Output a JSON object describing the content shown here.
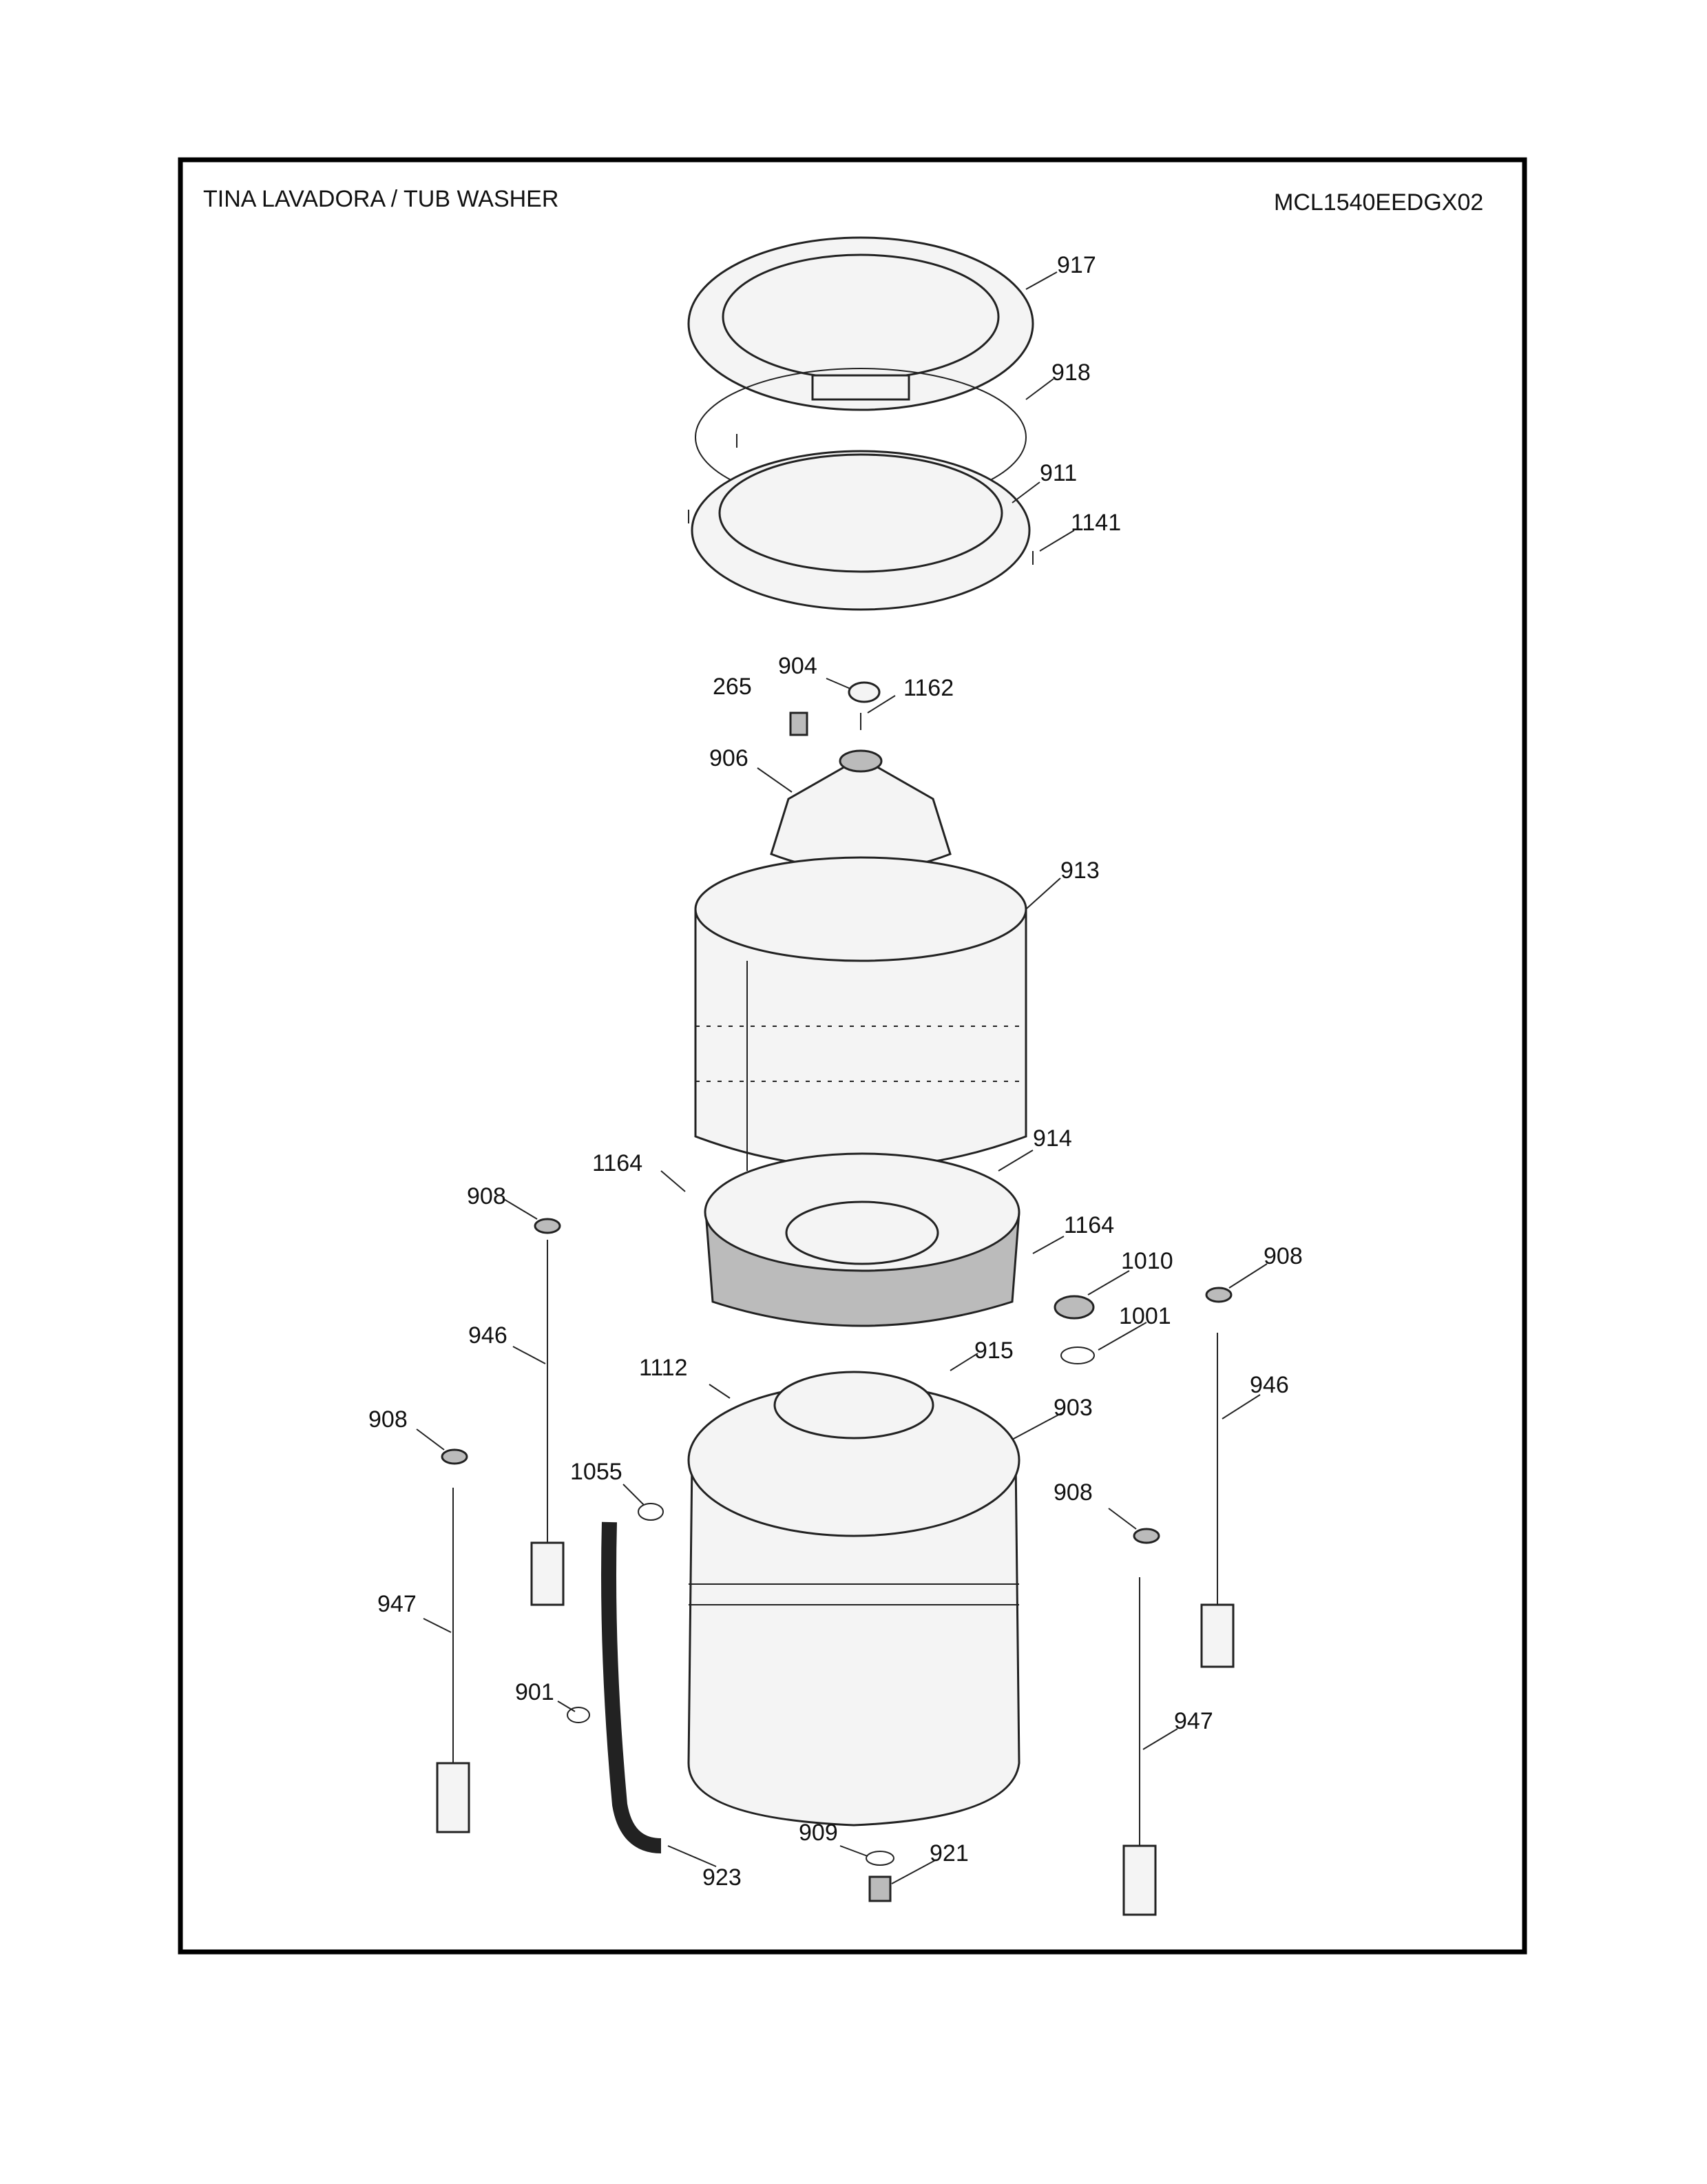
{
  "header": {
    "title": "TINA LAVADORA / TUB WASHER",
    "model": "MCL1540EEDGX02"
  },
  "parts": {
    "p917": "917",
    "p918": "918",
    "p911": "911",
    "p1141": "1141",
    "p904": "904",
    "p1162": "1162",
    "p265": "265",
    "p906": "906",
    "p913": "913",
    "p914": "914",
    "p1164a": "1164",
    "p1164b": "1164",
    "p908a": "908",
    "p908b": "908",
    "p908c": "908",
    "p908d": "908",
    "p1010": "1010",
    "p1001": "1001",
    "p946a": "946",
    "p946b": "946",
    "p915": "915",
    "p1112": "1112",
    "p903": "903",
    "p1055": "1055",
    "p947a": "947",
    "p947b": "947",
    "p901": "901",
    "p909": "909",
    "p921": "921",
    "p923": "923"
  }
}
